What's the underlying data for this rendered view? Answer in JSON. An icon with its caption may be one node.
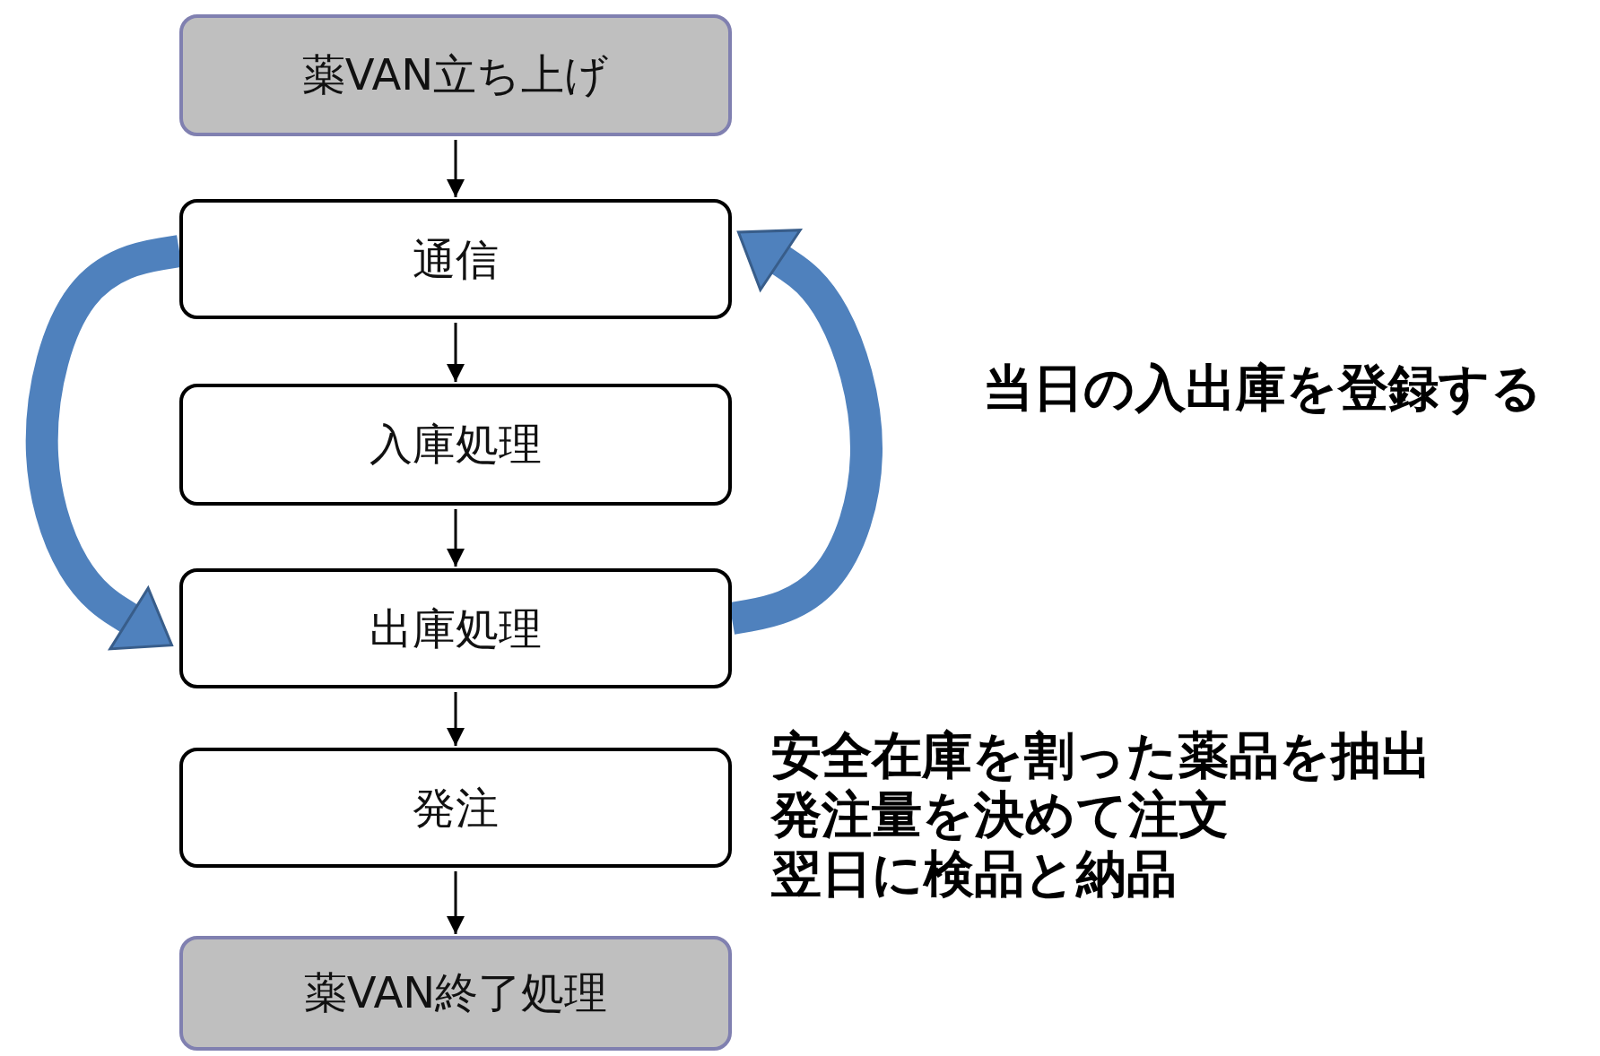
{
  "diagram": {
    "nodes": [
      {
        "text": [
          "薬VAN立ち上げ"
        ]
      },
      {
        "text": [
          "通信"
        ]
      },
      {
        "text": [
          "入庫処理"
        ]
      },
      {
        "text": [
          "出庫処理"
        ]
      },
      {
        "text": [
          "発注"
        ],
        "beside": [
          "安全在庫を割った薬品を抽出",
          "発注量を決めて注文",
          "翌日に検品と納品"
        ]
      },
      {
        "text": [
          "薬VAN終了処理"
        ]
      }
    ],
    "edges": [
      {
        "from": 0,
        "to": 1,
        "arrow": "to"
      },
      {
        "from": 1,
        "to": 2,
        "arrow": "to"
      },
      {
        "from": 2,
        "to": 3,
        "arrow": "to"
      },
      {
        "from": 3,
        "to": 4,
        "arrow": "to"
      },
      {
        "from": 4,
        "to": 5,
        "arrow": "to"
      },
      {
        "from": 1,
        "to": 3,
        "arrow": "to",
        "style": "thick",
        "color": "#4f81bd"
      },
      {
        "from": 3,
        "to": 1,
        "arrow": "to",
        "style": "thick",
        "color": "#4f81bd"
      }
    ],
    "labels": [
      "当日の入出庫を登録する"
    ]
  }
}
